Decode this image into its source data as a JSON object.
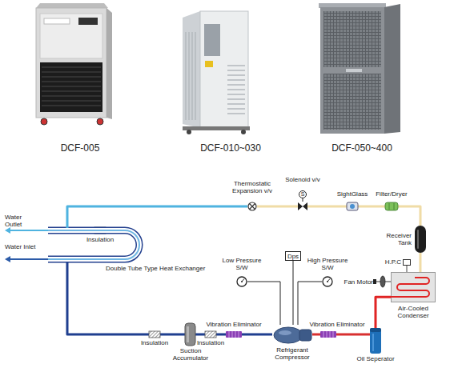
{
  "diagram": {
    "nodes": [
      {
        "text": [
          "Double Tube Type Heat Exchanger"
        ]
      },
      {
        "text": [
          "Thermostatic Expansion v/v"
        ]
      },
      {
        "text": [
          "Solenoid v/v"
        ]
      },
      {
        "text": [
          "SightGlass"
        ]
      },
      {
        "text": [
          "Filter/Dryer"
        ]
      },
      {
        "text": [
          "Receiver Tank"
        ]
      },
      {
        "text": [
          "H.P.C"
        ]
      },
      {
        "text": [
          "Air-Cooled Condenser"
        ]
      },
      {
        "text": [
          "Oil Seperator"
        ]
      },
      {
        "text": [
          "Refrigerant Compressor"
        ]
      },
      {
        "text": [
          "Suction Accumulator"
        ]
      },
      {
        "text": [
          "Low Pressure S/W"
        ]
      },
      {
        "text": [
          "High Pressure S/W"
        ]
      },
      {
        "text": [
          "Dps"
        ]
      },
      {
        "text": [
          "Vibration Eliminator"
        ]
      },
      {
        "text": [
          "Vibration Eliminator"
        ]
      }
    ],
    "edges": [
      {
        "from": 0,
        "to": 1,
        "arrow": "none"
      },
      {
        "from": 1,
        "to": 2,
        "arrow": "none"
      },
      {
        "from": 2,
        "to": 3,
        "arrow": "none"
      },
      {
        "from": 3,
        "to": 4,
        "arrow": "none"
      },
      {
        "from": 4,
        "to": 5,
        "arrow": "none"
      },
      {
        "from": 7,
        "to": 5,
        "arrow": "none"
      },
      {
        "from": 6,
        "to": 7,
        "arrow": "none"
      },
      {
        "from": 8,
        "to": 7,
        "arrow": "none"
      },
      {
        "from": 9,
        "to": 15,
        "arrow": "none"
      },
      {
        "from": 15,
        "to": 8,
        "arrow": "none"
      },
      {
        "from": 0,
        "to": 10,
        "arrow": "none"
      },
      {
        "from": 10,
        "to": 14,
        "arrow": "none"
      },
      {
        "from": 14,
        "to": 9,
        "arrow": "none"
      },
      {
        "from": 11,
        "to": 9,
        "arrow": "none"
      },
      {
        "from": 12,
        "to": 9,
        "arrow": "none"
      },
      {
        "from": 13,
        "to": 9,
        "arrow": "none"
      }
    ],
    "labels": [
      "DCF-005",
      "DCF-010~030",
      "DCF-050~400",
      "Water Outlet",
      "Water Inlet",
      "Insulation",
      "Insulation",
      "Insulation",
      "Fan Motor",
      "S"
    ]
  }
}
